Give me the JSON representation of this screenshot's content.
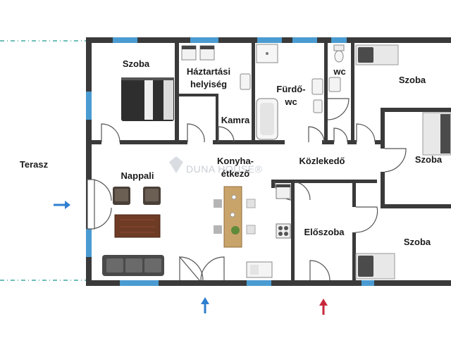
{
  "rooms": {
    "szoba_1": "Szoba",
    "haztartasi_line1": "Háztartási",
    "haztartasi_line2": "helyiség",
    "furdo_line1": "Fürdő-",
    "furdo_line2": "wc",
    "wc": "wc",
    "szoba_2": "Szoba",
    "kamra": "Kamra",
    "terasz": "Terasz",
    "nappali": "Nappali",
    "konyha_line1": "Konyha-",
    "konyha_line2": "étkező",
    "kozlekedo": "Közlekedő",
    "szoba_3": "Szoba",
    "eloszoba": "Előszoba",
    "szoba_4": "Szoba"
  },
  "watermark": "DUNA HOUSE®",
  "colors": {
    "wall": "#3a3a3a",
    "window": "#4a9bd1",
    "terrace_line": "#3fa9a0",
    "entry_arrow_blue": "#2f7fcf",
    "entry_arrow_red": "#c8283c"
  }
}
